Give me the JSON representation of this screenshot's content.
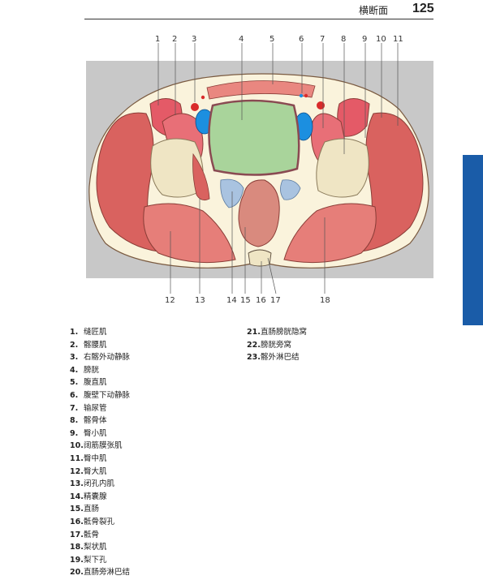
{
  "header": {
    "title": "横断面",
    "page_number": "125"
  },
  "colors": {
    "thumb_tab": "#1a5ca8",
    "panel_bg": "#c8c8c8",
    "muscle": "#d9625f",
    "bone": "#efe5c4",
    "bladder": "#a9d49b",
    "vessel_blue": "#1c8fe0",
    "lymph": "#a9c3e0"
  },
  "figure": {
    "top_labels": [
      "1",
      "2",
      "3",
      "4",
      "5",
      "6",
      "7",
      "8",
      "9",
      "10",
      "11"
    ],
    "bottom_labels": [
      "12",
      "13",
      "14",
      "15",
      "16",
      "17",
      "18"
    ]
  },
  "legend": {
    "left": [
      {
        "num": "1.",
        "text": "缝匠肌"
      },
      {
        "num": "2.",
        "text": "髂腰肌"
      },
      {
        "num": "3.",
        "text": "右髂外动静脉"
      },
      {
        "num": "4.",
        "text": "膀胱"
      },
      {
        "num": "5.",
        "text": "腹直肌"
      },
      {
        "num": "6.",
        "text": "腹壁下动静脉"
      },
      {
        "num": "7.",
        "text": "输尿管"
      },
      {
        "num": "8.",
        "text": "髂骨体"
      },
      {
        "num": "9.",
        "text": "臀小肌"
      },
      {
        "num": "10.",
        "text": "阔筋膜张肌"
      },
      {
        "num": "11.",
        "text": "臀中肌"
      },
      {
        "num": "12.",
        "text": "臀大肌"
      },
      {
        "num": "13.",
        "text": "闭孔内肌"
      },
      {
        "num": "14.",
        "text": "精囊腺"
      },
      {
        "num": "15.",
        "text": "直肠"
      },
      {
        "num": "16.",
        "text": "骶骨裂孔"
      },
      {
        "num": "17.",
        "text": "骶骨"
      },
      {
        "num": "18.",
        "text": "梨状肌"
      },
      {
        "num": "19.",
        "text": "梨下孔"
      },
      {
        "num": "20.",
        "text": "直肠旁淋巴结"
      }
    ],
    "right": [
      {
        "num": "21.",
        "text": "直肠膀胱隐窝"
      },
      {
        "num": "22.",
        "text": "膀胱旁窝"
      },
      {
        "num": "23.",
        "text": "髂外淋巴结"
      }
    ]
  }
}
